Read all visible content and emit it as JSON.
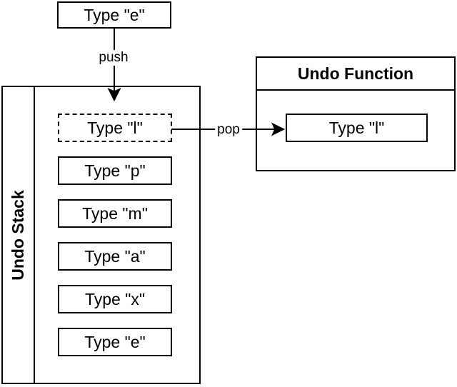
{
  "input_box": {
    "label": "Type \"e\""
  },
  "push_label": "push",
  "pop_label": "pop",
  "stack": {
    "title": "Undo Stack",
    "items": [
      {
        "label": "Type \"l\"",
        "state": "popping"
      },
      {
        "label": "Type \"p\"",
        "state": "stacked"
      },
      {
        "label": "Type \"m\"",
        "state": "stacked"
      },
      {
        "label": "Type \"a\"",
        "state": "stacked"
      },
      {
        "label": "Type \"x\"",
        "state": "stacked"
      },
      {
        "label": "Type \"e\"",
        "state": "stacked"
      }
    ]
  },
  "function_panel": {
    "title": "Undo Function",
    "item": {
      "label": "Type \"l\""
    }
  },
  "colors": {
    "stroke": "#000000",
    "fill": "#ffffff"
  }
}
